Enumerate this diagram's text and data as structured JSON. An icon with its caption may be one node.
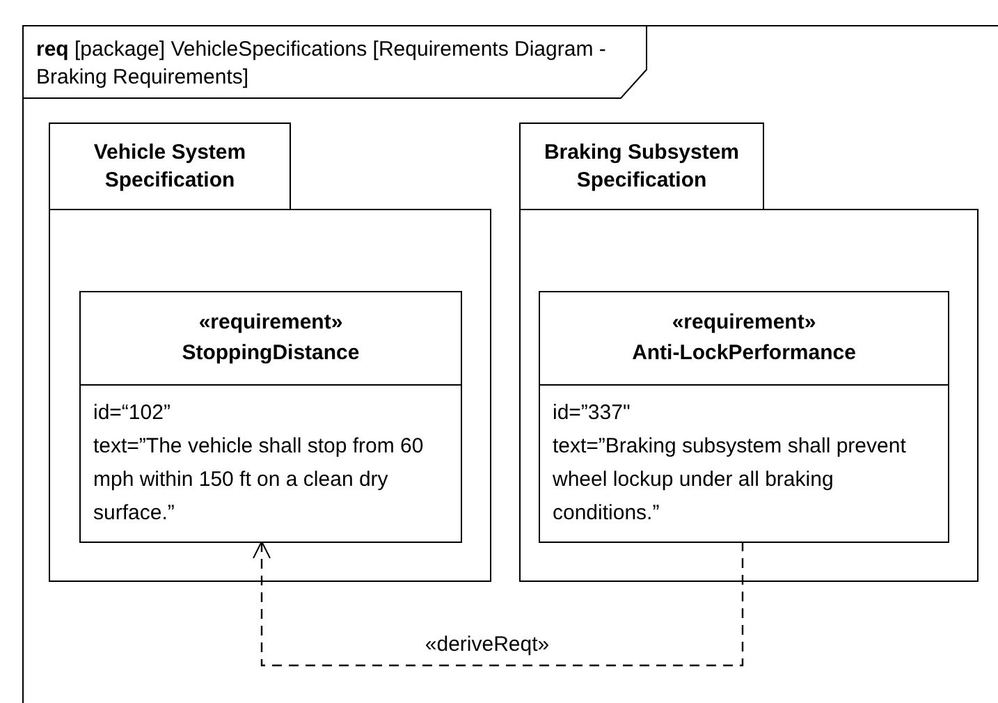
{
  "diagram": {
    "title": "**req** [package] VehicleSpecifications [Requirements Diagram - Braking Requirements]",
    "nodes": [
      {
        "text": [
          "Vehicle System Specification"
        ]
      },
      {
        "text": [
          "«requirement»",
          "StoppingDistance",
          "id=“102”",
          "text=”The vehicle shall stop from 60 mph within 150 ft on a clean dry surface.”"
        ],
        "in": 0
      },
      {
        "text": [
          "Braking  Subsystem Specification"
        ]
      },
      {
        "text": [
          "«requirement»",
          "Anti-LockPerformance",
          "id=”337\"",
          "text=”Braking subsystem shall prevent wheel lockup under all braking conditions.”"
        ],
        "in": 2
      }
    ],
    "edges": [
      {
        "from": 3,
        "to": 1,
        "arrow": "to",
        "style": "dashed",
        "label": "«deriveReqt»"
      }
    ]
  }
}
